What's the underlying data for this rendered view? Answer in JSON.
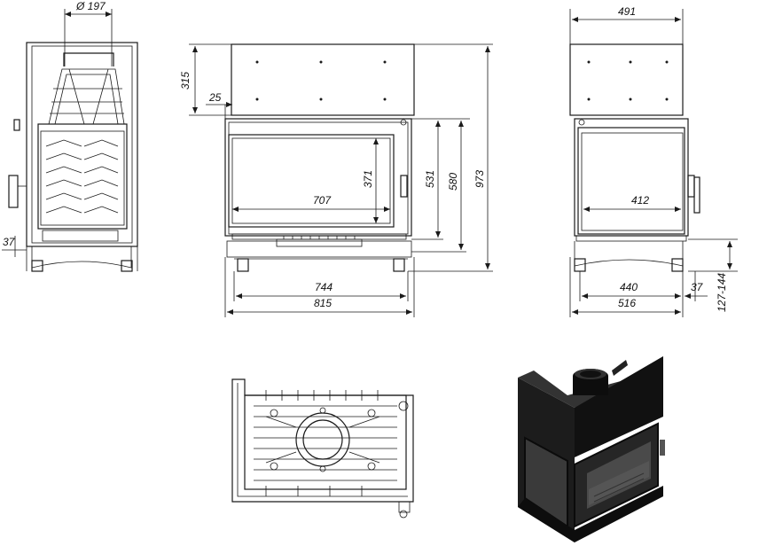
{
  "drawing": {
    "side_view": {
      "flue_diameter": "Ø 197",
      "offset_left": "37"
    },
    "front_view": {
      "height_top_panel": "315",
      "offset_25": "25",
      "glass_width": "707",
      "glass_height": "371",
      "door_height": "531",
      "frame_height": "580",
      "total_height": "973",
      "base_width": "744",
      "total_width": "815"
    },
    "right_view": {
      "top_width": "491",
      "glass_width": "412",
      "base_width": "440",
      "offset_37": "37",
      "total_width": "516",
      "leg_range": "127-144"
    }
  }
}
